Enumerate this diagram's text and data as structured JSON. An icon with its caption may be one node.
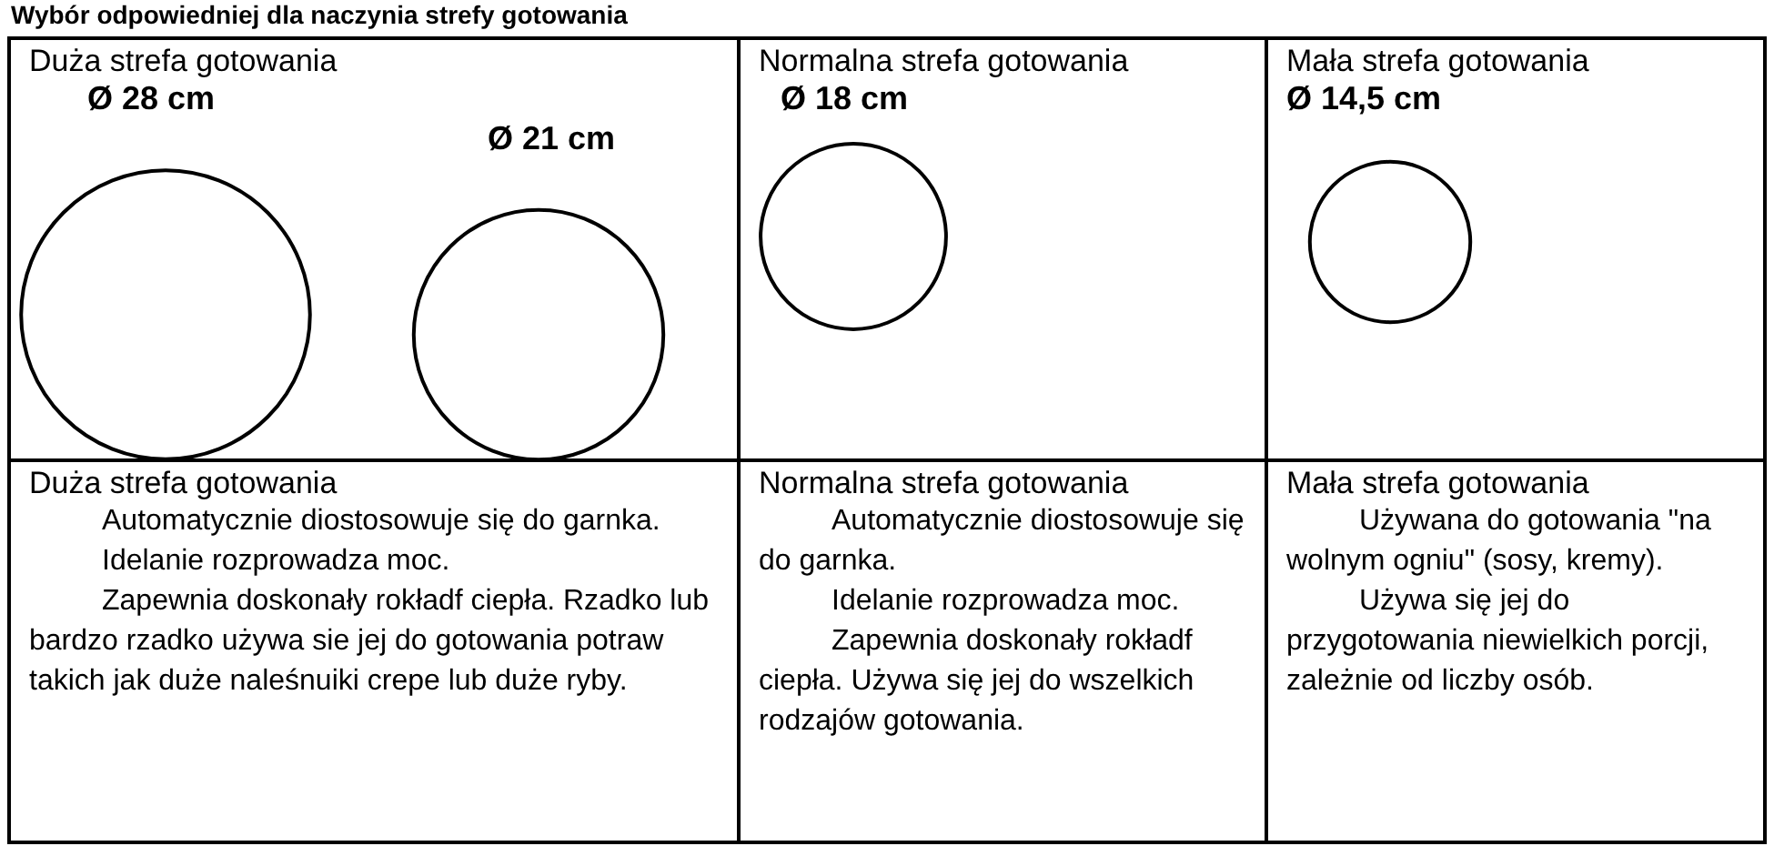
{
  "diagram": {
    "title": "Wybór odpowiedniej dla naczynia strefy gotowania",
    "nodes": [
      {
        "text": [
          "Duża strefa gotowania"
        ]
      },
      {
        "text": [],
        "shape": "circle",
        "in": 0,
        "beside": [
          "Ø 28 cm"
        ]
      },
      {
        "text": [],
        "shape": "circle",
        "in": 0,
        "beside": [
          "Ø 21 cm"
        ]
      },
      {
        "text": [
          "Normalna strefa gotowania"
        ]
      },
      {
        "text": [],
        "shape": "circle",
        "in": 3,
        "beside": [
          "Ø 18 cm"
        ]
      },
      {
        "text": [
          "Mała strefa gotowania"
        ]
      },
      {
        "text": [],
        "shape": "circle",
        "in": 5,
        "beside": [
          "Ø 14,5 cm"
        ]
      },
      {
        "text": [
          "Duża strefa gotowania",
          "Automatycznie diostosowuje się do garnka.",
          "Idelanie rozprowadza moc.",
          "Zapewnia doskonały rokładf ciepła. Rzadko lub bardzo rzadko używa sie jej do gotowania potraw takich jak duże naleśnuiki crepe lub duże ryby."
        ]
      },
      {
        "text": [
          "Normalna strefa gotowania",
          "Automatycznie diostosowuje się do garnka.",
          "Idelanie rozprowadza moc.",
          "Zapewnia doskonały rokładf ciepła. Używa się jej do wszelkich rodzajów gotowania."
        ]
      },
      {
        "text": [
          "Mała strefa gotowania",
          "Używana do gotowania \"na wolnym ogniu\" (sosy, kremy).",
          "Używa się jej do przygotowania niewielkich porcji, zależnie od liczby osób."
        ]
      }
    ],
    "edges": []
  }
}
